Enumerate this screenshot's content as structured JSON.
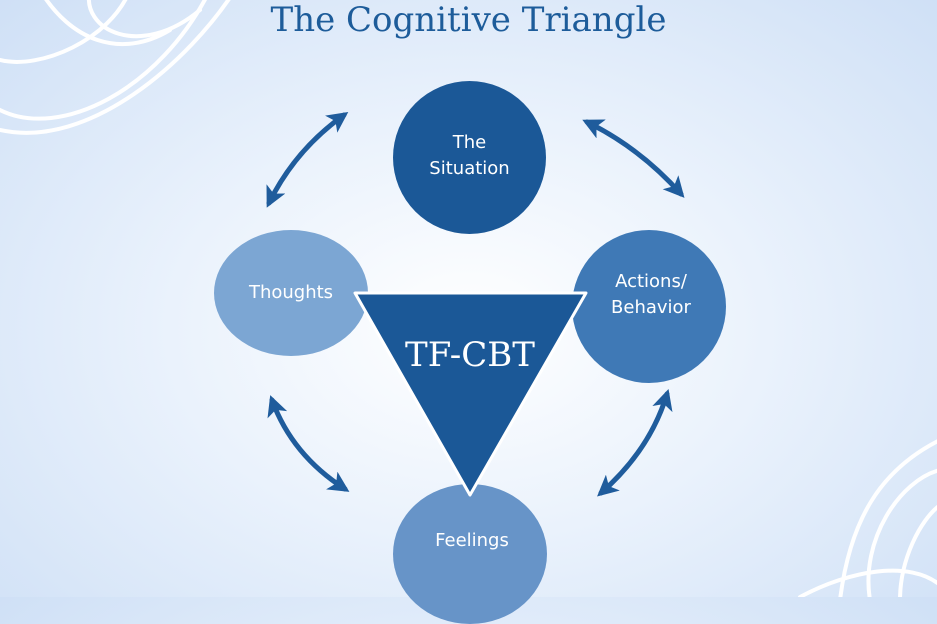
{
  "title": "The Cognitive Triangle",
  "center": {
    "label": "TF-CBT"
  },
  "nodes": {
    "situation": "The\nSituation",
    "thoughts": "Thoughts",
    "actions": "Actions/\nBehavior",
    "feelings": "Feelings"
  },
  "colors": {
    "title": "#1d5c9a",
    "situation": "#1b5897",
    "thoughts": "#7ca6d3",
    "actions": "#3f79b6",
    "feelings": "#6794c8",
    "triangle": "#1b5897",
    "arrows": "#1f5c9c"
  }
}
